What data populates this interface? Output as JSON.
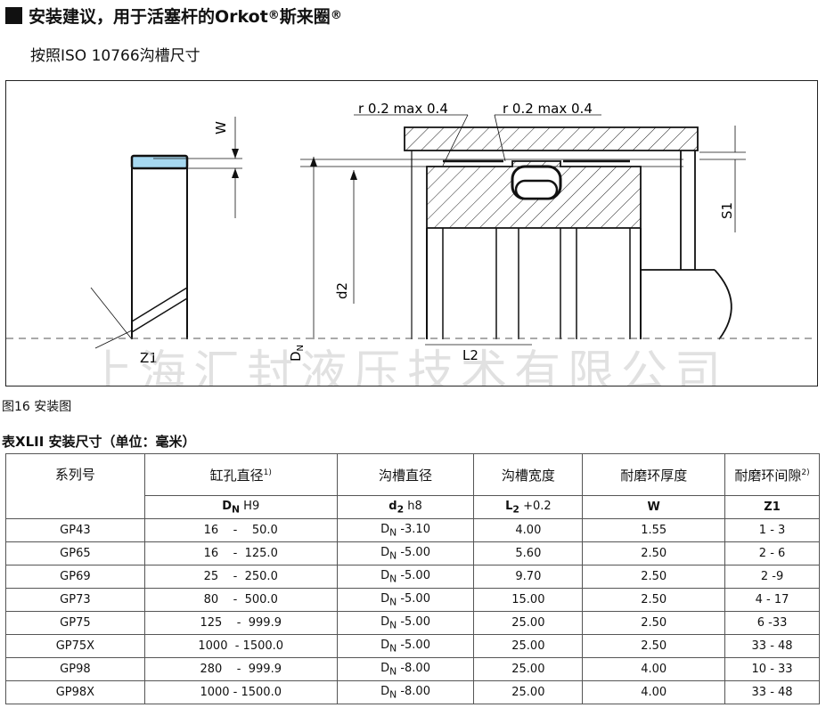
{
  "header": {
    "title": "安装建议，用于活塞杆的Orkot",
    "reg1": "®",
    "title2": " 斯来圈",
    "reg2": "®"
  },
  "subtitle": "按照ISO 10766沟槽尺寸",
  "figure": {
    "labels": {
      "w": "W",
      "z1": "Z1",
      "r1": "r 0.2 max 0.4",
      "r2": "r 0.2 max 0.4",
      "d2": "d2",
      "dn": "D",
      "dn_sub": "N",
      "l2": "L2",
      "s1": "S1"
    },
    "watermark": "上海汇封液压技术有限公司",
    "caption": "图16 安装图"
  },
  "table": {
    "title": "表XLII  安装尺寸（单位：毫米）",
    "headers": [
      "系列号",
      "缸孔直径",
      "沟槽直径",
      "沟槽宽度",
      "耐磨环厚度",
      "耐磨环间隙"
    ],
    "header_sups": [
      "",
      "1)",
      "",
      "",
      "",
      "2)"
    ],
    "units": [
      {
        "main": "",
        "sub": "",
        "suffix": ""
      },
      {
        "main": "D",
        "sub": "N",
        "suffix": " H9"
      },
      {
        "main": "d",
        "sub": "2",
        "suffix": " h8"
      },
      {
        "main": "L",
        "sub": "2",
        "suffix": " +0.2"
      },
      {
        "main": "W",
        "sub": "",
        "suffix": ""
      },
      {
        "main": "Z1",
        "sub": "",
        "suffix": ""
      }
    ],
    "rows": [
      {
        "series": "GP43",
        "bore": "16    -    50.0",
        "groove_pre": "D",
        "groove_sub": "N",
        "groove_val": " -3.10",
        "width": "4.00",
        "thick": "1.55",
        "gap": "1 - 3"
      },
      {
        "series": "GP65",
        "bore": "16    -  125.0",
        "groove_pre": "D",
        "groove_sub": "N",
        "groove_val": " -5.00",
        "width": "5.60",
        "thick": "2.50",
        "gap": "2 - 6"
      },
      {
        "series": "GP69",
        "bore": "25    -  250.0",
        "groove_pre": "D",
        "groove_sub": "N",
        "groove_val": " -5.00",
        "width": "9.70",
        "thick": "2.50",
        "gap": "2 -9"
      },
      {
        "series": "GP73",
        "bore": "80    -  500.0",
        "groove_pre": "D",
        "groove_sub": "N",
        "groove_val": " -5.00",
        "width": "15.00",
        "thick": "2.50",
        "gap": "4 - 17"
      },
      {
        "series": "GP75",
        "bore": "125    -  999.9",
        "groove_pre": "D",
        "groove_sub": "N",
        "groove_val": " -5.00",
        "width": "25.00",
        "thick": "2.50",
        "gap": "6 -33"
      },
      {
        "series": "GP75X",
        "bore": "1000  - 1500.0",
        "groove_pre": "D",
        "groove_sub": "N",
        "groove_val": " -5.00",
        "width": "25.00",
        "thick": "2.50",
        "gap": "33 - 48"
      },
      {
        "series": "GP98",
        "bore": "280    -  999.9",
        "groove_pre": "D",
        "groove_sub": "N",
        "groove_val": " -8.00",
        "width": "25.00",
        "thick": "4.00",
        "gap": "10 - 33"
      },
      {
        "series": "GP98X",
        "bore": "1000 - 1500.0",
        "groove_pre": "D",
        "groove_sub": "N",
        "groove_val": " -8.00",
        "width": "25.00",
        "thick": "4.00",
        "gap": "33 - 48"
      }
    ]
  }
}
